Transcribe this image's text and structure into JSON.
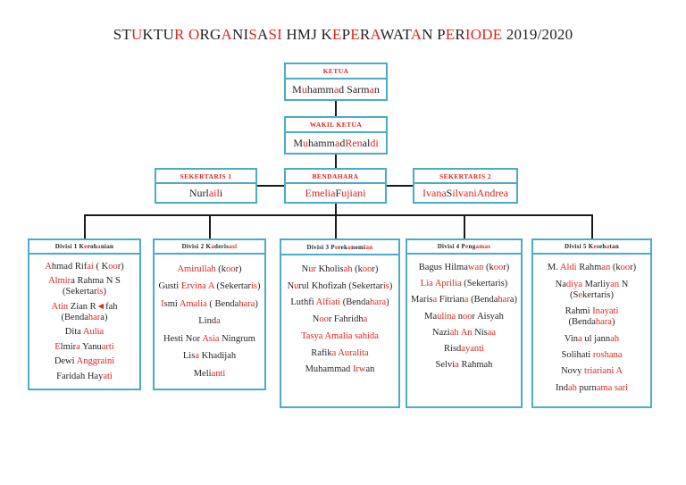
{
  "colors": {
    "accent_border": "#4bacc6",
    "red_text": "#e02520",
    "black_text": "#231f20",
    "connector": "#1a1a1a"
  },
  "title": {
    "segments": [
      {
        "t": "ST"
      },
      {
        "t": "U",
        "r": 1
      },
      {
        "t": "KTU"
      },
      {
        "t": "R",
        "r": 1
      },
      {
        "t": " "
      },
      {
        "t": "O",
        "r": 1
      },
      {
        "t": "RG"
      },
      {
        "t": "A",
        "r": 1
      },
      {
        "t": "NI"
      },
      {
        "t": "S",
        "r": 1
      },
      {
        "t": "A"
      },
      {
        "t": "S",
        "r": 1
      },
      {
        "t": "I",
        "r": 1
      },
      {
        "t": " HMJ "
      },
      {
        "t": "K"
      },
      {
        "t": "E",
        "r": 1
      },
      {
        "t": "P"
      },
      {
        "t": "E",
        "r": 1
      },
      {
        "t": "R"
      },
      {
        "t": "A",
        "r": 1
      },
      {
        "t": "W"
      },
      {
        "t": "A"
      },
      {
        "t": "T"
      },
      {
        "t": "A",
        "r": 1
      },
      {
        "t": "N"
      },
      {
        "t": " P"
      },
      {
        "t": "E",
        "r": 1
      },
      {
        "t": "R"
      },
      {
        "t": "IODE",
        "r": 1
      },
      {
        "t": " 2019/2020"
      }
    ]
  },
  "ketua": {
    "label": [
      {
        "t": "KETUA",
        "r": 1
      }
    ],
    "name": [
      {
        "t": "M"
      },
      {
        "t": "u",
        "r": 1
      },
      {
        "t": "hamm"
      },
      {
        "t": "a",
        "r": 1
      },
      {
        "t": "d Sarm"
      },
      {
        "t": "a",
        "r": 1
      },
      {
        "t": "n"
      }
    ]
  },
  "wakil_ketua": {
    "label": [
      {
        "t": "WAKIL KETUA",
        "r": 1
      }
    ],
    "name": [
      {
        "t": "M"
      },
      {
        "t": "u",
        "r": 1
      },
      {
        "t": "hamm"
      },
      {
        "t": "a",
        "r": 1
      },
      {
        "t": "d "
      },
      {
        "t": "Ren",
        "r": 1
      },
      {
        "t": "al"
      },
      {
        "t": "di",
        "r": 1
      }
    ]
  },
  "sekertaris1": {
    "label": [
      {
        "t": "SEKERTARIS 1",
        "r": 1
      }
    ],
    "name": [
      {
        "t": "Nurl"
      },
      {
        "t": "ail",
        "r": 1
      },
      {
        "t": "i"
      }
    ]
  },
  "bendahara": {
    "label": [
      {
        "t": "BENDAHARA",
        "r": 1
      }
    ],
    "name": [
      {
        "t": "Emelia ",
        "r": 1
      },
      {
        "t": "F"
      },
      {
        "t": "ujiani",
        "r": 1
      }
    ]
  },
  "sekertaris2": {
    "label": [
      {
        "t": "SEKERTARIS 2",
        "r": 1
      }
    ],
    "name": [
      {
        "t": "Ivana ",
        "r": 1
      },
      {
        "t": "S"
      },
      {
        "t": "ilvani ",
        "r": 1
      },
      {
        "t": "Andrea",
        "r": 1
      }
    ]
  },
  "divisions": [
    {
      "header": [
        {
          "t": "Divisi 1 K"
        },
        {
          "t": "e",
          "r": 1
        },
        {
          "t": "roh"
        },
        {
          "t": "a",
          "r": 1
        },
        {
          "t": "nian"
        }
      ],
      "members": [
        [
          {
            "t": "A",
            "r": 1
          },
          {
            "t": "hmad Rif"
          },
          {
            "t": "ai",
            "r": 1
          },
          {
            "t": " ( K"
          },
          {
            "t": "oo",
            "r": 1
          },
          {
            "t": "r)"
          }
        ],
        [
          {
            "t": "Almir",
            "r": 1
          },
          {
            "t": "a Rahma N S (Sekertar"
          },
          {
            "t": "is",
            "r": 1
          },
          {
            "t": ")"
          }
        ],
        [
          {
            "t": "Atin ",
            "r": 1
          },
          {
            "t": "Zian R"
          },
          {
            "t": "◄",
            "r": 1
          },
          {
            "t": "fah (Benda"
          },
          {
            "t": "har",
            "r": 1
          },
          {
            "t": "a)"
          }
        ],
        [
          {
            "t": "Dita "
          },
          {
            "t": "Aulia",
            "r": 1
          }
        ],
        [
          {
            "t": "E",
            "r": 1
          },
          {
            "t": "lmir"
          },
          {
            "t": "a",
            "r": 1
          },
          {
            "t": " Yanu"
          },
          {
            "t": "arti",
            "r": 1
          }
        ],
        [
          {
            "t": "Dewi "
          },
          {
            "t": "Anggraini",
            "r": 1
          }
        ],
        [
          {
            "t": "Faridah Hay"
          },
          {
            "t": "ati",
            "r": 1
          }
        ]
      ]
    },
    {
      "header": [
        {
          "t": "Divisi 2 K"
        },
        {
          "t": "a",
          "r": 1
        },
        {
          "t": "deris"
        },
        {
          "t": "asi",
          "r": 1
        }
      ],
      "members": [
        [
          {
            "t": "Amirullah",
            "r": 1
          },
          {
            "t": " (k"
          },
          {
            "t": "oo",
            "r": 1
          },
          {
            "t": "r)"
          }
        ],
        [
          {
            "t": "Gusti "
          },
          {
            "t": "Ervina A",
            "r": 1
          },
          {
            "t": " (Sekertar"
          },
          {
            "t": "is",
            "r": 1
          },
          {
            "t": ")"
          }
        ],
        [
          {
            "t": "I",
            "r": 1
          },
          {
            "t": "smi "
          },
          {
            "t": "Amalia",
            "r": 1
          },
          {
            "t": " ( Benda"
          },
          {
            "t": "hara",
            "r": 1
          },
          {
            "t": ")"
          }
        ],
        [
          {
            "t": "Lind"
          },
          {
            "t": "a",
            "r": 1
          }
        ],
        [
          {
            "t": "Hesti Nor "
          },
          {
            "t": "Asia",
            "r": 1
          },
          {
            "t": " Ningrum"
          }
        ],
        [
          {
            "t": "Lis"
          },
          {
            "t": "a",
            "r": 1
          },
          {
            "t": " Khadijah"
          }
        ],
        [
          {
            "t": "Meli"
          },
          {
            "t": "anti",
            "r": 1
          }
        ]
      ]
    },
    {
      "header": [
        {
          "t": "Divisi 3 P"
        },
        {
          "t": "e",
          "r": 1
        },
        {
          "t": "rek"
        },
        {
          "t": "o",
          "r": 1
        },
        {
          "t": "nomi"
        },
        {
          "t": "an",
          "r": 1
        }
      ],
      "members": [
        [
          {
            "t": "N"
          },
          {
            "t": "ur",
            "r": 1
          },
          {
            "t": " Kholis"
          },
          {
            "t": "ah",
            "r": 1
          },
          {
            "t": " (k"
          },
          {
            "t": "oo",
            "r": 1
          },
          {
            "t": "r)"
          }
        ],
        [
          {
            "t": "N"
          },
          {
            "t": "u",
            "r": 1
          },
          {
            "t": "rul Khofizah (Sekertar"
          },
          {
            "t": "is",
            "r": 1
          },
          {
            "t": ")"
          }
        ],
        [
          {
            "t": "Luthfi "
          },
          {
            "t": "Alfiati",
            "r": 1
          },
          {
            "t": " (Benda"
          },
          {
            "t": "hara",
            "r": 1
          },
          {
            "t": ")"
          }
        ],
        [
          {
            "t": "N"
          },
          {
            "t": "oo",
            "r": 1
          },
          {
            "t": "r Fahridh"
          },
          {
            "t": "a",
            "r": 1
          }
        ],
        [
          {
            "t": "Tasya Amalia sahida",
            "r": 1
          }
        ],
        [
          {
            "t": "Rafik"
          },
          {
            "t": "a ",
            "r": 1
          },
          {
            "t": "Auralita",
            "r": 1
          }
        ],
        [
          {
            "t": "Muhammad "
          },
          {
            "t": "Irw",
            "r": 1
          },
          {
            "t": "an"
          }
        ]
      ]
    },
    {
      "header": [
        {
          "t": "Divisi 4 P"
        },
        {
          "t": "e",
          "r": 1
        },
        {
          "t": "ng"
        },
        {
          "t": "a",
          "r": 1
        },
        {
          "t": "mas",
          "r": 1
        }
      ],
      "members": [
        [
          {
            "t": "Bagus Hilma"
          },
          {
            "t": "wan",
            "r": 1
          },
          {
            "t": " (k"
          },
          {
            "t": "oo",
            "r": 1
          },
          {
            "t": "r)"
          }
        ],
        [
          {
            "t": "Lia ",
            "r": 1
          },
          {
            "t": "Aprilia",
            "r": 1
          },
          {
            "t": " (Sekertaris)"
          }
        ],
        [
          {
            "t": "Maris"
          },
          {
            "t": "a",
            "r": 1
          },
          {
            "t": " Fitrian"
          },
          {
            "t": "a",
            "r": 1
          },
          {
            "t": " (Benda"
          },
          {
            "t": "har",
            "r": 1
          },
          {
            "t": "a)"
          }
        ],
        [
          {
            "t": "Ma"
          },
          {
            "t": "ulina",
            "r": 1
          },
          {
            "t": " n"
          },
          {
            "t": "oo",
            "r": 1
          },
          {
            "t": "r Aisyah"
          }
        ],
        [
          {
            "t": "Nazi"
          },
          {
            "t": "ah ",
            "r": 1
          },
          {
            "t": "An ",
            "r": 1
          },
          {
            "t": "Nis"
          },
          {
            "t": "aa",
            "r": 1
          }
        ],
        [
          {
            "t": "Risd"
          },
          {
            "t": "ayanti",
            "r": 1
          }
        ],
        [
          {
            "t": "Selvi"
          },
          {
            "t": "a",
            "r": 1
          },
          {
            "t": " Rahmah"
          }
        ]
      ]
    },
    {
      "header": [
        {
          "t": "Divisi 5 K"
        },
        {
          "t": "e",
          "r": 1
        },
        {
          "t": "seh"
        },
        {
          "t": "a",
          "r": 1
        },
        {
          "t": "tan"
        }
      ],
      "members": [
        [
          {
            "t": "M. "
          },
          {
            "t": "Aldi",
            "r": 1
          },
          {
            "t": " Rahm"
          },
          {
            "t": "an",
            "r": 1
          },
          {
            "t": "  (k"
          },
          {
            "t": "oo",
            "r": 1
          },
          {
            "t": "r)"
          }
        ],
        [
          {
            "t": "Na"
          },
          {
            "t": "diya",
            "r": 1
          },
          {
            "t": " Marliy"
          },
          {
            "t": "an",
            "r": 1
          },
          {
            "t": " N (S"
          },
          {
            "t": "e",
            "r": 1
          },
          {
            "t": "kertaris)"
          }
        ],
        [
          {
            "t": "Rahmi "
          },
          {
            "t": "Inayati",
            "r": 1
          },
          {
            "t": " (Benda"
          },
          {
            "t": "hara",
            "r": 1
          },
          {
            "t": ")"
          }
        ],
        [
          {
            "t": "Vin"
          },
          {
            "t": "a",
            "r": 1
          },
          {
            "t": " ul jann"
          },
          {
            "t": "ah",
            "r": 1
          }
        ],
        [
          {
            "t": "Solihati "
          },
          {
            "t": "roshana",
            "r": 1
          }
        ],
        [
          {
            "t": "Novy "
          },
          {
            "t": "triariani A",
            "r": 1
          }
        ],
        [
          {
            "t": "Ind"
          },
          {
            "t": "ah",
            "r": 1
          },
          {
            "t": " purn"
          },
          {
            "t": "ama",
            "r": 1
          },
          {
            "t": " sari",
            "r": 1
          }
        ]
      ]
    }
  ]
}
